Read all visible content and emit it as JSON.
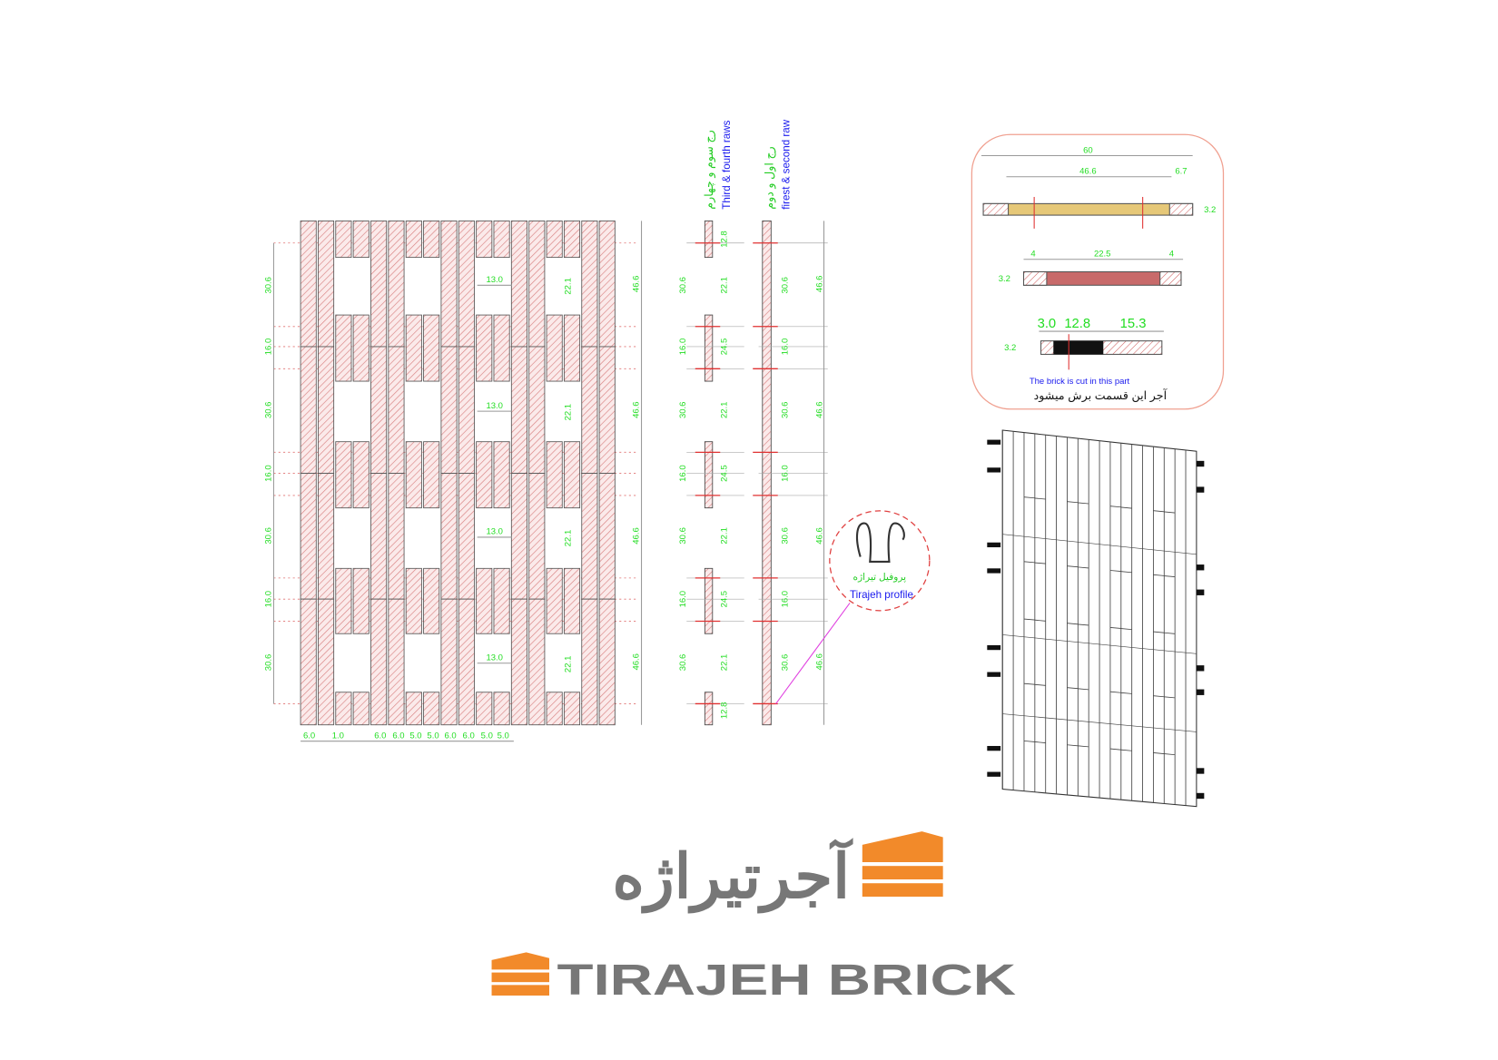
{
  "elevation": {
    "left_dims": [
      "30.6",
      "16.0",
      "30.6",
      "16.0",
      "30.6",
      "16.0",
      "30.6"
    ],
    "right_dims": [
      "46.6",
      "46.6",
      "46.6",
      "46.6"
    ],
    "gap_width_dims": [
      "13.0",
      "13.0",
      "13.0",
      "13.0"
    ],
    "gap_height_dims": [
      "22.1",
      "22.1",
      "22.1",
      "22.1"
    ],
    "bottom_dims": [
      "6.0",
      "1.0",
      "6.0",
      "6.0",
      "5.0",
      "5.0",
      "6.0",
      "6.0",
      "5.0",
      "5.0"
    ]
  },
  "section_a": {
    "title_fa": "رج سوم و چهارم",
    "title_en": "Third & fourth raws",
    "left_dims": [
      "30.6",
      "16.0",
      "30.6",
      "16.0",
      "30.6",
      "16.0",
      "30.6"
    ],
    "right_dims": [
      "12.8",
      "22.1",
      "24.5",
      "22.1",
      "24.5",
      "22.1",
      "24.5",
      "22.1",
      "12.8"
    ]
  },
  "section_b": {
    "title_fa": "رج اول و دوم",
    "title_en": "firest & second raw",
    "left_dims": [
      "30.6",
      "16.0",
      "30.6",
      "16.0",
      "30.6",
      "16.0",
      "30.6"
    ],
    "right_dims": [
      "46.6",
      "46.6",
      "46.6",
      "46.6"
    ]
  },
  "profile": {
    "label_fa": "پروفیل تیراژه",
    "label_en": "Tirajeh profile"
  },
  "detail": {
    "dim_total": "60",
    "dim_inner": "46.6",
    "dim_side": "6.7",
    "dim_thick": "3.2",
    "dim_a": "4",
    "dim_b": "22.5",
    "dim_c": "4",
    "dim_d": "3.0",
    "dim_e": "12.8",
    "dim_f": "15.3",
    "note_en": "The brick is cut in this part",
    "note_fa": "آجر این قسمت برش میشود"
  },
  "logo": {
    "name_fa": "آجرتیراژه",
    "name_en": "TIRAJEH BRICK",
    "brand_color": "#f28a2a",
    "text_color": "#777777"
  }
}
